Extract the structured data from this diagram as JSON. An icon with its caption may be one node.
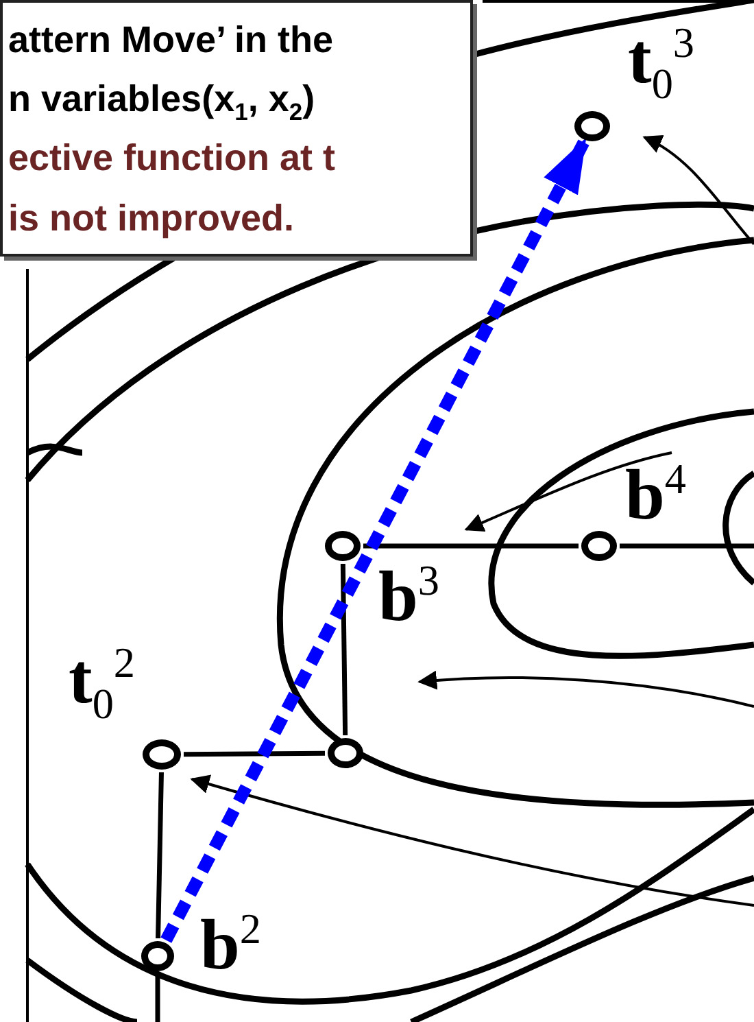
{
  "diagram": {
    "nodes": [
      {
        "text": [
          "attern Move’ in the n variables(x$_{1}$, x$_{2}$)",
          "ective function at t is not improved."
        ]
      },
      {
        "text": [],
        "shape": "circle",
        "beside": [
          "**t**$_{0}$$^{3}$"
        ]
      },
      {
        "text": [],
        "shape": "circle",
        "beside": [
          "**b**$^{3}$"
        ]
      },
      {
        "text": [],
        "shape": "circle",
        "beside": [
          "**b**$^{4}$"
        ]
      },
      {
        "text": [],
        "shape": "circle",
        "beside": [
          "**t**$_{0}$$^{2}$"
        ]
      },
      {
        "text": [],
        "shape": "circle"
      },
      {
        "text": [],
        "shape": "circle",
        "beside": [
          "**b**$^{2}$"
        ]
      }
    ],
    "edges": [
      {
        "from": 6,
        "to": 4,
        "arrow": "none"
      },
      {
        "from": 4,
        "to": 5,
        "arrow": "none"
      },
      {
        "from": 5,
        "to": 2,
        "arrow": "none"
      },
      {
        "from": 2,
        "to": 3,
        "arrow": "none"
      },
      {
        "from": 3,
        "to": null,
        "arrow": "none"
      },
      {
        "from": 6,
        "to": null,
        "arrow": "none"
      },
      {
        "from": 6,
        "to": 1,
        "arrow": "to",
        "style": "dashed",
        "color": "#0000ff"
      }
    ]
  }
}
